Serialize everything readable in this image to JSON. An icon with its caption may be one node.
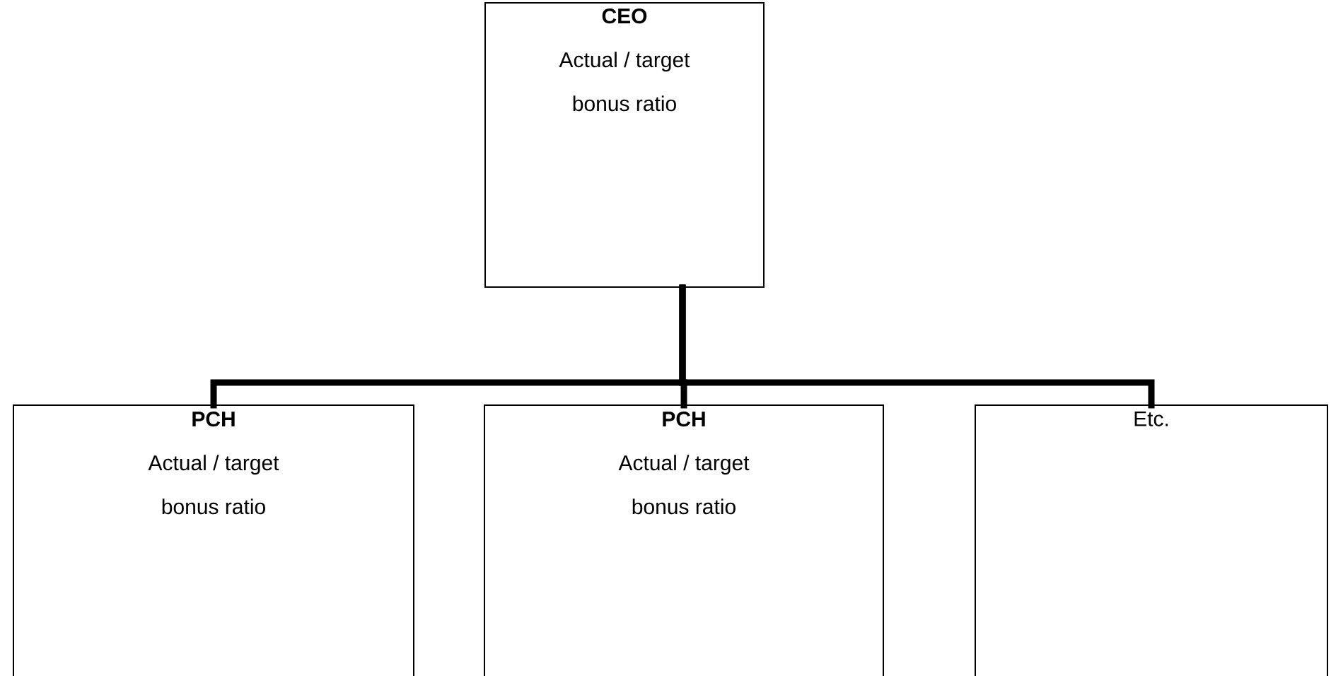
{
  "diagram": {
    "nodes": [
      {
        "text": [
          "CEO",
          "Actual / target bonus ratio"
        ]
      },
      {
        "text": [
          "PCH",
          "Actual / target bonus ratio"
        ]
      },
      {
        "text": [
          "PCH",
          "Actual / target bonus ratio"
        ]
      },
      {
        "text": [
          "Etc."
        ]
      }
    ],
    "edges": [
      {
        "from": 0,
        "to": 1,
        "arrow": "none"
      },
      {
        "from": 0,
        "to": 2,
        "arrow": "none"
      },
      {
        "from": 0,
        "to": 3,
        "arrow": "none"
      }
    ]
  }
}
